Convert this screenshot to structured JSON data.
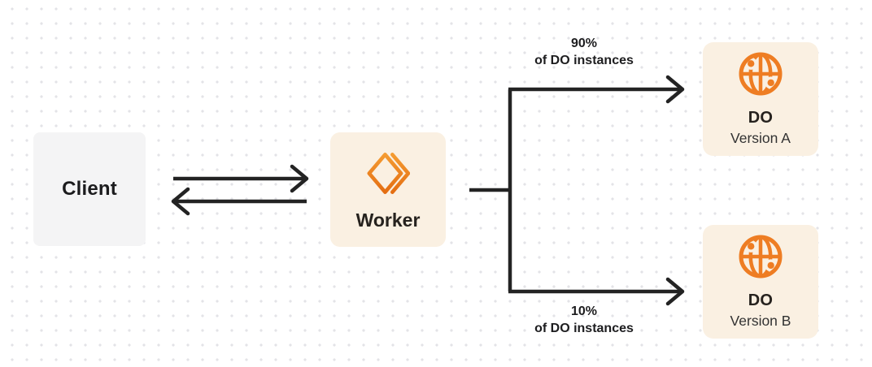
{
  "diagram": {
    "client": {
      "label": "Client"
    },
    "worker": {
      "label": "Worker"
    },
    "version_a": {
      "title": "DO",
      "subtitle": "Version A"
    },
    "version_b": {
      "title": "DO",
      "subtitle": "Version B"
    },
    "split_top": {
      "percent": "90%",
      "caption": "of DO instances"
    },
    "split_bottom": {
      "percent": "10%",
      "caption": "of DO instances"
    }
  },
  "icons": {
    "worker": "workers-chevron-icon",
    "durable_object": "globe-icon"
  },
  "colors": {
    "accent_orange": "#ee7d23",
    "worker_gradient_top": "#f6a035",
    "worker_gradient_bottom": "#e2690f",
    "cream_panel": "#faf0e2",
    "gray_panel": "#f4f4f5",
    "line_dark": "#232323",
    "dot_grid": "#e3e3e7"
  }
}
